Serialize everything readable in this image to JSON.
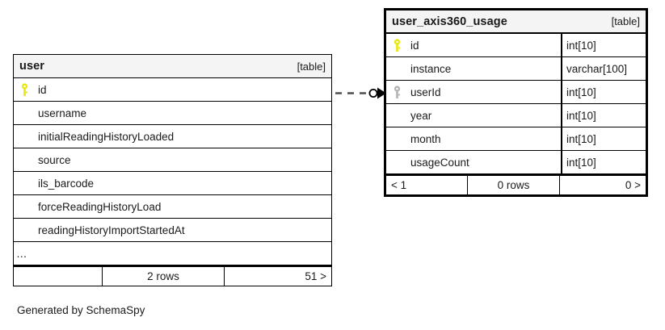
{
  "diagram": {
    "caption": "Generated by SchemaSpy",
    "kind_label": "[table]",
    "pk_key_color": "#e8e80a",
    "fk_key_color": "#b3b3b3"
  },
  "tables": {
    "user": {
      "name": "user",
      "kind": "[table]",
      "columns": [
        {
          "name": "id",
          "key": "primary"
        },
        {
          "name": "username",
          "key": "none"
        },
        {
          "name": "initialReadingHistoryLoaded",
          "key": "none"
        },
        {
          "name": "source",
          "key": "none"
        },
        {
          "name": "ils_barcode",
          "key": "none"
        },
        {
          "name": "forceReadingHistoryLoad",
          "key": "none"
        },
        {
          "name": "readingHistoryImportStartedAt",
          "key": "none"
        },
        {
          "name": "…",
          "key": "none"
        }
      ],
      "footer": {
        "prev": "",
        "rows": "2 rows",
        "next": "51 >"
      }
    },
    "user_axis360_usage": {
      "name": "user_axis360_usage",
      "kind": "[table]",
      "columns": [
        {
          "name": "id",
          "type": "int[10]",
          "key": "primary"
        },
        {
          "name": "instance",
          "type": "varchar[100]",
          "key": "none"
        },
        {
          "name": "userId",
          "type": "int[10]",
          "key": "foreign"
        },
        {
          "name": "year",
          "type": "int[10]",
          "key": "none"
        },
        {
          "name": "month",
          "type": "int[10]",
          "key": "none"
        },
        {
          "name": "usageCount",
          "type": "int[10]",
          "key": "none"
        }
      ],
      "footer": {
        "prev": "< 1",
        "rows": "0 rows",
        "next": "0 >"
      }
    }
  },
  "relationship": {
    "from_table": "user",
    "from_column": "id",
    "to_table": "user_axis360_usage",
    "to_column": "userId",
    "style": "dashed",
    "source_marker": "circle",
    "target_marker": "arrow"
  }
}
